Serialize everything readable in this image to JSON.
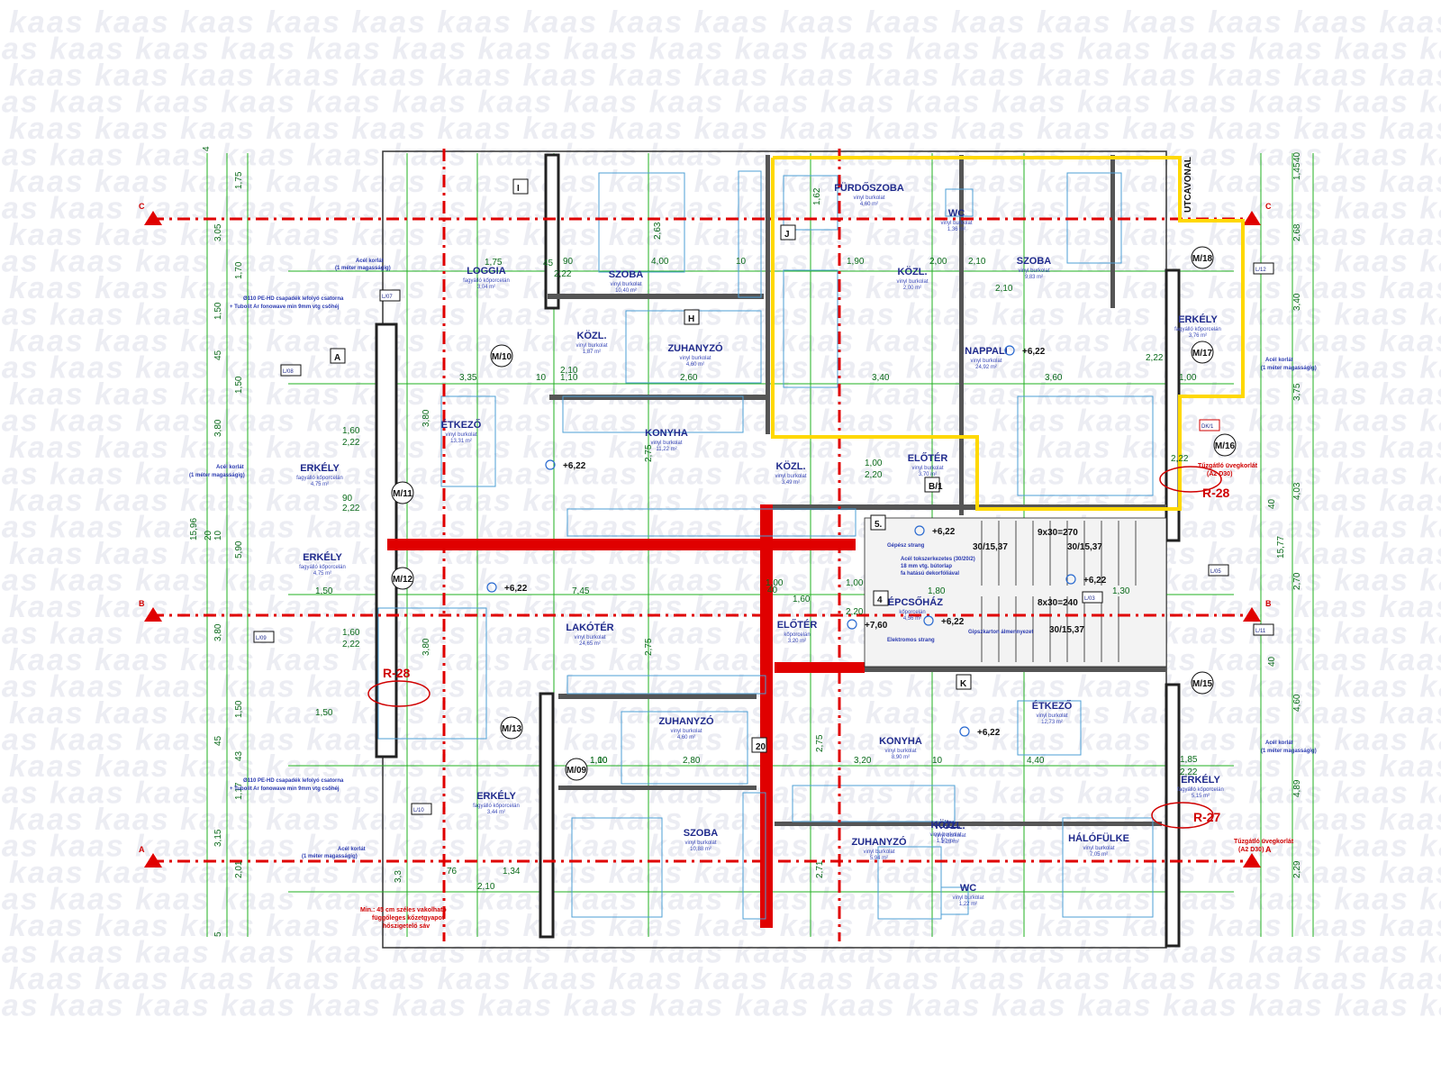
{
  "watermark": "kaas",
  "axes": {
    "A": "A",
    "B": "B",
    "C": "C"
  },
  "rooms": [
    {
      "name": "FÜRDŐSZOBA",
      "material": "vinyl burkolat",
      "area": "4,60 m²"
    },
    {
      "name": "WC",
      "material": "vinyl burkolat",
      "area": "1,36 m²"
    },
    {
      "name": "SZOBA",
      "material": "vinyl burkolat",
      "area": "9,83 m²"
    },
    {
      "name": "KÖZL.",
      "material": "vinyl burkolat",
      "area": "2,00 m²"
    },
    {
      "name": "NAPPALI",
      "material": "vinyl burkolat",
      "area": "24,92 m²"
    },
    {
      "name": "ERKÉLY",
      "material": "fagyálló kőporcelán",
      "area": "3,76 m²"
    },
    {
      "name": "ELŐTÉR",
      "material": "vinyl burkolat",
      "area": "3,70 m²"
    },
    {
      "name": "LOGGIA",
      "material": "fagyálló kőporcelán",
      "area": "3,04 m²"
    },
    {
      "name": "SZOBA",
      "material": "vinyl burkolat",
      "area": "10,40 m²"
    },
    {
      "name": "KÖZL.",
      "material": "vinyl burkolat",
      "area": "1,87 m²"
    },
    {
      "name": "ZUHANYZÓ",
      "material": "vinyl burkolat",
      "area": "4,60 m²"
    },
    {
      "name": "ÉTKEZŐ",
      "material": "vinyl burkolat",
      "area": "13,31 m²"
    },
    {
      "name": "KONYHA",
      "material": "vinyl burkolat",
      "area": "11,22 m²"
    },
    {
      "name": "KÖZL.",
      "material": "vinyl burkolat",
      "area": "3,49 m²"
    },
    {
      "name": "ERKÉLY",
      "material": "fagyálló kőporcelán",
      "area": "4,75 m²"
    },
    {
      "name": "ERKÉLY",
      "material": "fagyálló kőporcelán",
      "area": "4,75 m²"
    },
    {
      "name": "LAKÓTÉR",
      "material": "vinyl burkolat",
      "area": "24,65 m²"
    },
    {
      "name": "ELŐTÉR",
      "material": "kőporcelán",
      "area": "3,20 m²"
    },
    {
      "name": "LÉPCSŐHÁZ",
      "material": "kőporcelán",
      "area": "4,56 m²"
    },
    {
      "name": "ÉTKEZŐ",
      "material": "vinyl burkolat",
      "area": "12,73 m²"
    },
    {
      "name": "KONYHA",
      "material": "vinyl burkolat",
      "area": "8,90 m²"
    },
    {
      "name": "KÖZL.",
      "material": "vinyl burkolat",
      "area": "1,50 m²"
    },
    {
      "name": "ZUHANYZÓ",
      "material": "vinyl burkolat",
      "area": "4,60 m²"
    },
    {
      "name": "ERKÉLY",
      "material": "fagyálló kőporcelán",
      "area": "3,44 m²"
    },
    {
      "name": "SZOBA",
      "material": "vinyl burkolat",
      "area": "10,88 m²"
    },
    {
      "name": "ZUHANYZÓ",
      "material": "vinyl burkolat",
      "area": "5,94 m²"
    },
    {
      "name": "KÖZL.",
      "material": "vinyl burkolat",
      "area": "1,25 m²"
    },
    {
      "name": "WC",
      "material": "vinyl burkolat",
      "area": "1,22 m²"
    },
    {
      "name": "HÁLÓFÜLKE",
      "material": "vinyl burkolat",
      "area": "7,05 m²"
    },
    {
      "name": "ERKÉLY",
      "material": "fagyálló kőporcelán",
      "area": "5,15 m²"
    }
  ],
  "level_marks": [
    "+6,22",
    "+6,22",
    "+6,22",
    "+6,22",
    "+6,22",
    "+6,22",
    "+6,22",
    "+7,60"
  ],
  "tags": [
    "I",
    "J",
    "H",
    "A",
    "K",
    "M/09",
    "M/10",
    "M/11",
    "M/12",
    "M/13",
    "M/15",
    "M/16",
    "M/17",
    "M/18",
    "B/1",
    "L/07",
    "L/08",
    "L/09",
    "L/10",
    "L/11",
    "L/12",
    "L/03",
    "L/05",
    "DK/1",
    "5.",
    "4",
    "20"
  ],
  "references": [
    "R-28",
    "R-28",
    "R-27"
  ],
  "notes": {
    "railing": "Acél korlát",
    "railing_height": "(1 méter magasságig)",
    "downpipe_1": "Ø110 PE-HD csapadék lefolyó csatorna",
    "downpipe_2": "+ Tubolit Ar fonowave min 9mm vtg csőhéj",
    "glass_railing": "Tűzgátló üvegkorlát",
    "glass_railing_class": "(A2 D30)",
    "insulation_1": "Min.: 45 cm széles vakolható",
    "insulation_2": "függőleges kőzetgyapot",
    "insulation_3": "hőszigetelő sáv",
    "mechanical": "Gépész strang",
    "elec": "Elektromos strang",
    "stair_note_1": "Acél tokszerkezetes (30/20/2)",
    "stair_note_2": "18 mm vtg. bútorlap",
    "stair_note_3": "fa hatású dekorfóliával",
    "drywall": "Gipszkarton álmennyezet",
    "street_line": "UTCAVONAL",
    "stair_top": "9x30=270",
    "stair_bottom": "8x30=240",
    "stair_ratio": "30/15,37"
  },
  "dims_left": [
    "4",
    "1,75",
    "3,05",
    "1,70",
    "1,50",
    "45",
    "1,50",
    "3,80",
    "15,96",
    "20",
    "10",
    "5,90",
    "3,80",
    "1,50",
    "45",
    "43",
    "1,17",
    "3,15",
    "2,01",
    "5"
  ],
  "dims_right": [
    "40",
    "1,45",
    "2,68",
    "3,40",
    "3,75",
    "4,03",
    "40",
    "2,70",
    "15,77",
    "40",
    "4,60",
    "4,89",
    "2,29"
  ],
  "dims_internal": [
    "1,75",
    "45",
    "2,22",
    "90",
    "4,00",
    "10",
    "3,35",
    "10",
    "1,10",
    "2,10",
    "2,60",
    "1,60",
    "2,22",
    "2,22",
    "90",
    "1,50",
    "7,45",
    "1,00",
    "1,60",
    "1,80",
    "1,30",
    "40",
    "1,60",
    "2,22",
    "1,50",
    "1,00",
    "3,20",
    "10",
    "4,40",
    "1,85",
    "2,22",
    "2,80",
    "1,10",
    "1,34",
    "2,10",
    "76",
    "3,40",
    "3,60",
    "2,00",
    "2,10",
    "2,10",
    "1,90",
    "1,00",
    "2,22",
    "2,22",
    "1,00",
    "2,20",
    "1,00",
    "2,20",
    "1,62",
    "2,63",
    "2,75",
    "2,75",
    "2,75",
    "2,71",
    "3,80",
    "3,80",
    "3,3"
  ]
}
